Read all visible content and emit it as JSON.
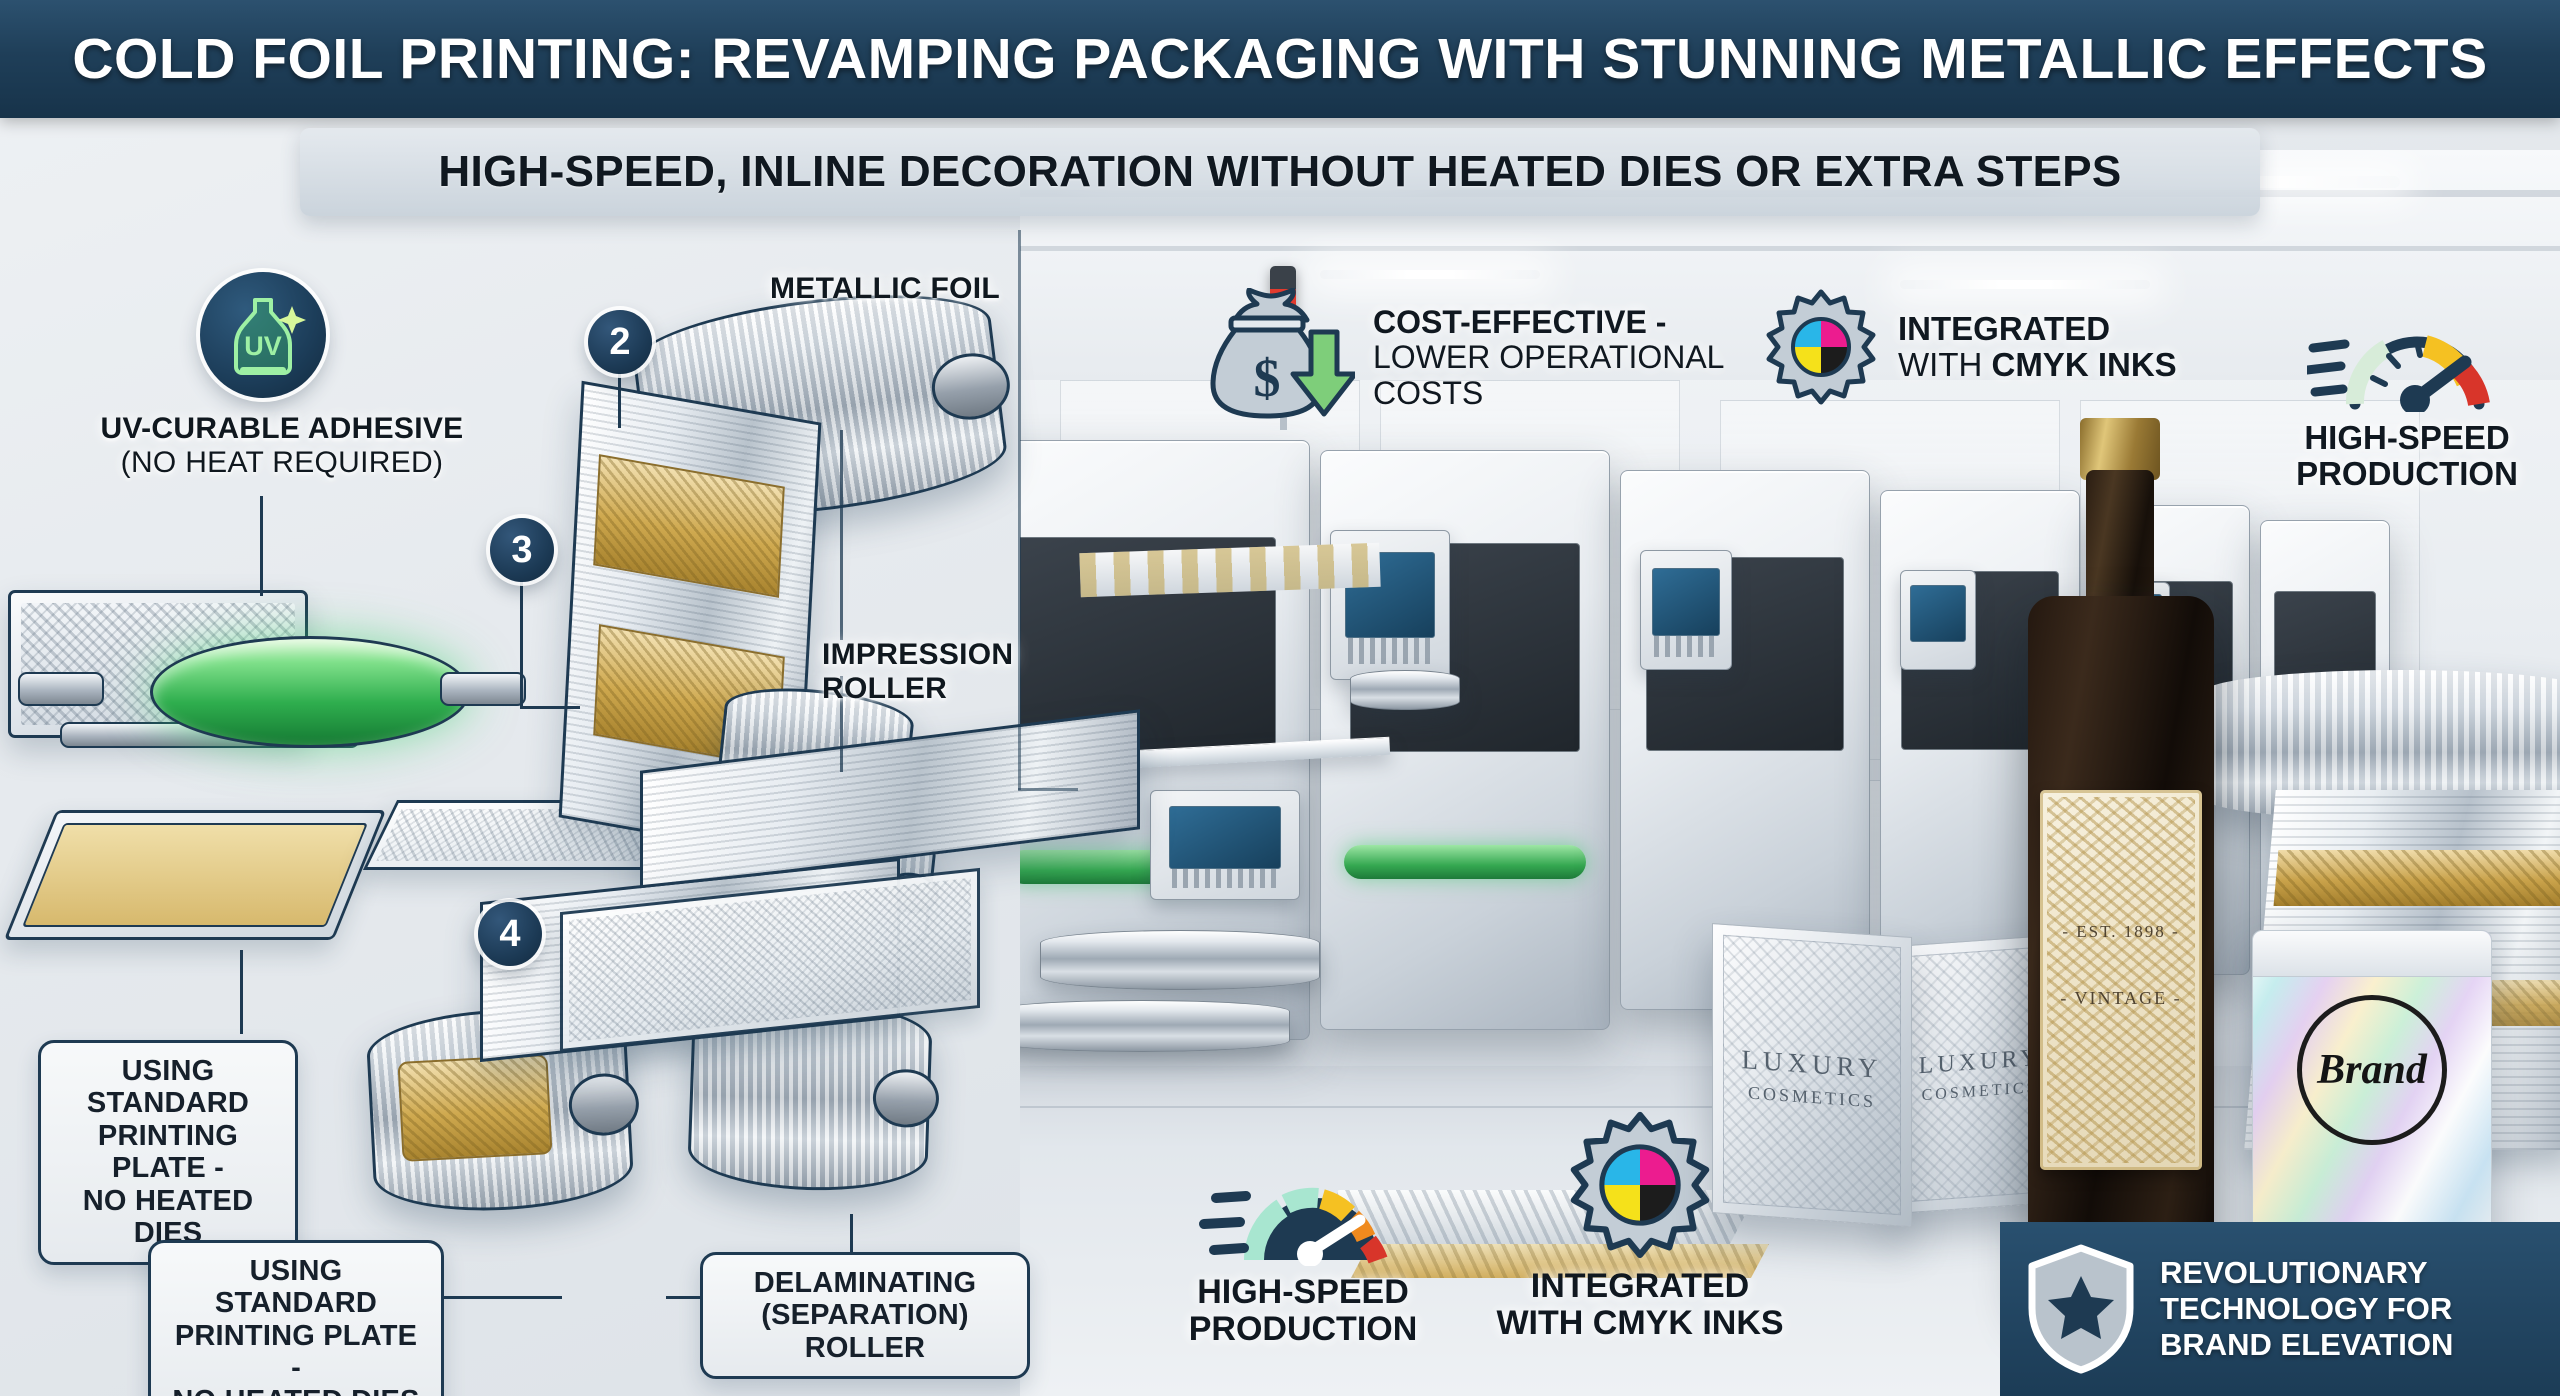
{
  "header": {
    "title": "COLD FOIL PRINTING: REVAMPING PACKAGING WITH STUNNING METALLIC EFFECTS",
    "subtitle": "HIGH-SPEED, INLINE DECORATION WITHOUT HEATED DIES OR EXTRA STEPS"
  },
  "diagram": {
    "uv_icon_label": "UV",
    "uv_caption_line1": "UV-CURABLE ADHESIVE",
    "uv_caption_line2": "(NO HEAT REQUIRED)",
    "metallic_foil_label": "METALLIC FOIL",
    "impression_roller_line1": "IMPRESSION",
    "impression_roller_line2": "ROLLER",
    "steps": [
      {
        "number": "2"
      },
      {
        "number": "3"
      },
      {
        "number": "4"
      }
    ],
    "callouts": [
      {
        "id": "standard-plate-upper",
        "line1": "USING STANDARD",
        "line2": "PRINTING PLATE -",
        "line3": "NO HEATED DIES"
      },
      {
        "id": "standard-plate-lower",
        "line1": "USING STANDARD",
        "line2": "PRINTING PLATE -",
        "line3": "NO HEATED DIES"
      },
      {
        "id": "delaminating-roller",
        "line1": "DELAMINATING",
        "line2": "(SEPARATION) ROLLER",
        "line3": ""
      }
    ]
  },
  "features": {
    "cost_effective": {
      "bold_line": "COST-EFFECTIVE -",
      "light_line1": "LOWER OPERATIONAL",
      "light_line2": "COSTS"
    },
    "cmyk_top": {
      "line1": "INTEGRATED",
      "line2_light": "WITH ",
      "line2_bold": "CMYK INKS"
    },
    "high_speed_top": {
      "line1": "HIGH-SPEED",
      "line2": "PRODUCTION"
    },
    "high_speed_bottom": {
      "line1": "HIGH-SPEED",
      "line2": "PRODUCTION"
    },
    "cmyk_bottom": {
      "line1": "INTEGRATED",
      "line2": "WITH CMYK INKS"
    }
  },
  "banner": {
    "line1": "REVOLUTIONARY",
    "line2": "TECHNOLOGY FOR",
    "line3": "BRAND ELEVATION"
  },
  "products": {
    "wine_label_est": "- EST. 1898 -",
    "wine_label_vintage": "- VINTAGE -",
    "box_front_line1": "LUXURY",
    "box_front_line2": "COSMETICS",
    "box_back_line1": "LUXURY",
    "box_back_line2": "COSMETICS",
    "pouch_brand": "Brand"
  },
  "colors": {
    "navy": "#1e3a52",
    "header_navy": "#1f3f59",
    "uv_green": "#7fe08a",
    "cyan": "#29b6e8",
    "magenta": "#ec1c8f",
    "yellow": "#f5e11a",
    "key_black": "#1c1c1c",
    "gauge_red": "#d8352a",
    "gauge_yellow": "#f5c122",
    "money_green": "#7ece7a"
  }
}
